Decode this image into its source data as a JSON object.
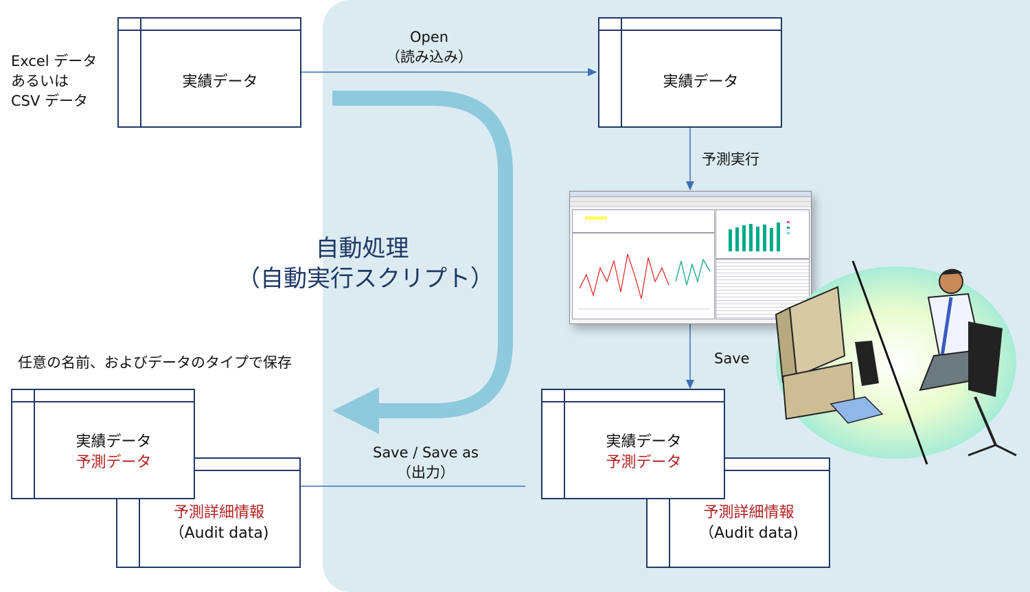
{
  "source_label": [
    "Excel データ",
    "あるいは",
    "CSV データ"
  ],
  "boxes": {
    "source": {
      "line1": "実績データ"
    },
    "opened": {
      "line1": "実績データ"
    },
    "result_front": {
      "line1": "実績データ",
      "line2": "予測データ"
    },
    "result_back": {
      "line1": "予測詳細情報",
      "line2": "（Audit data)"
    },
    "saved_front": {
      "line1": "実績データ",
      "line2": "予測データ"
    },
    "saved_back": {
      "line1": "予測詳細情報",
      "line2": "（Audit data)"
    }
  },
  "arrows": {
    "open": {
      "line1": "Open",
      "line2": "（読み込み）"
    },
    "forecast": "予測実行",
    "save": "Save",
    "save_as": {
      "line1": "Save / Save as",
      "line2": "（出力）"
    }
  },
  "automation": {
    "line1": "自動処理",
    "line2": "（自動実行スクリプト）"
  },
  "save_caption": "任意の名前、およびデータのタイプで保存",
  "colors": {
    "frame": "#1f3864",
    "accent_red": "#b22222",
    "panel": "#dcebf2",
    "big_arrow": "#8ec9dc"
  }
}
